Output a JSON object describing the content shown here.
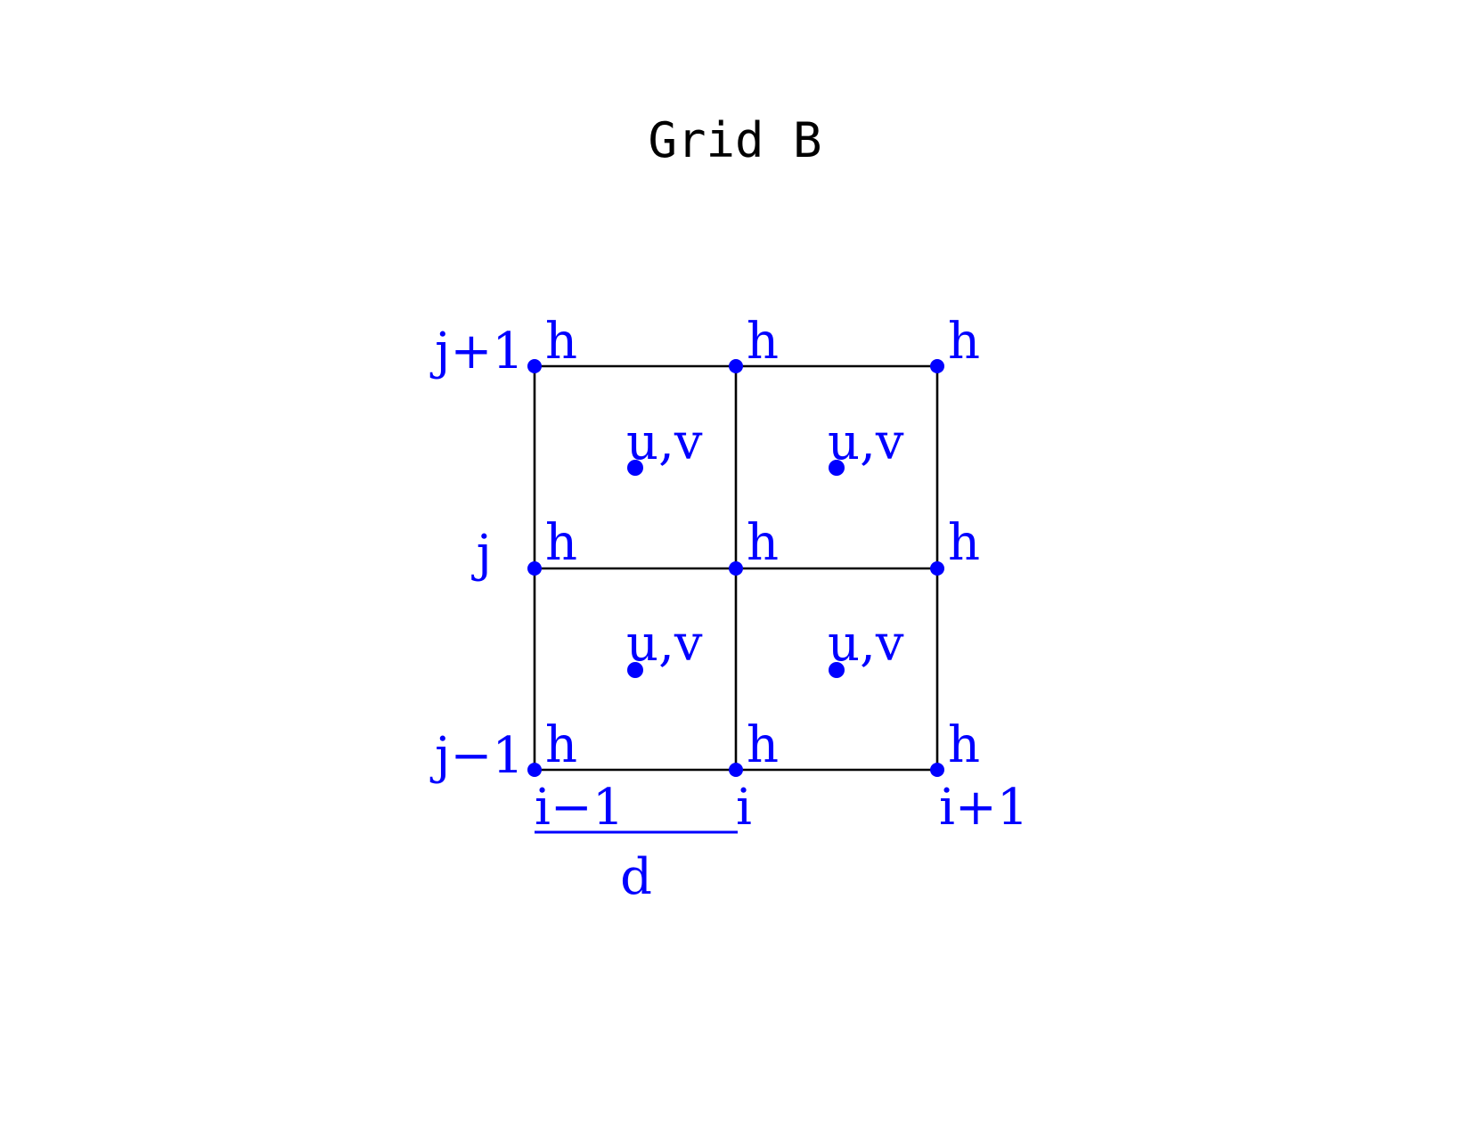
{
  "title": "Grid B",
  "colors": {
    "accent": "#0000ff",
    "line": "#000000",
    "background": "#ffffff"
  },
  "point_label_h": "h",
  "point_label_uv": "u,v",
  "row_labels": {
    "top": "j+1",
    "middle": "j",
    "bottom": "j−1"
  },
  "col_labels": {
    "left": "i−1",
    "middle": "i",
    "right": "i+1"
  },
  "spacing_label": "d"
}
